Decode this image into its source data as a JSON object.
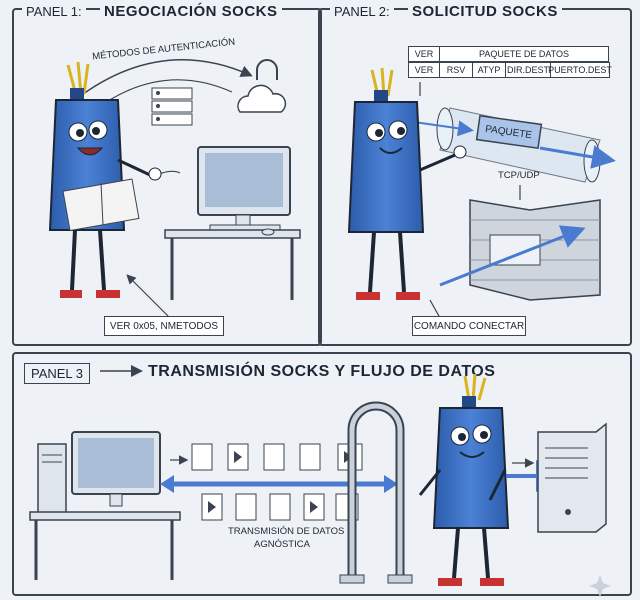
{
  "panel1": {
    "tag": "PANEL 1:",
    "title": "NEGOCIACIÓN SOCKS",
    "arc_label": "MÉTODOS DE AUTENTICACIÓN",
    "box_label": "VER 0x05, NMETODOS"
  },
  "panel2": {
    "tag": "PANEL 2:",
    "title": "SOLICITUD SOCKS",
    "header_row1": [
      "VER",
      "PAQUETE DE DATOS"
    ],
    "header_row2": [
      "VER",
      "RSV",
      "ATYP",
      "DIR.DEST",
      "PUERTO.DEST"
    ],
    "packet_label": "PAQUETE",
    "proto_label": "TCP/UDP",
    "box_label": "COMANDO CONECTAR"
  },
  "panel3": {
    "tag": "PANEL 3",
    "title": "TRANSMISIÓN SOCKS Y FLUJO DE DATOS",
    "flow_label_line1": "TRANSMISIÓN DE DATOS",
    "flow_label_line2": "AGNÓSTICA"
  },
  "colors": {
    "robot_blue": "#3b6fc4",
    "robot_dark": "#24478a",
    "outline": "#3a4350",
    "arrow": "#4a7bd0"
  }
}
